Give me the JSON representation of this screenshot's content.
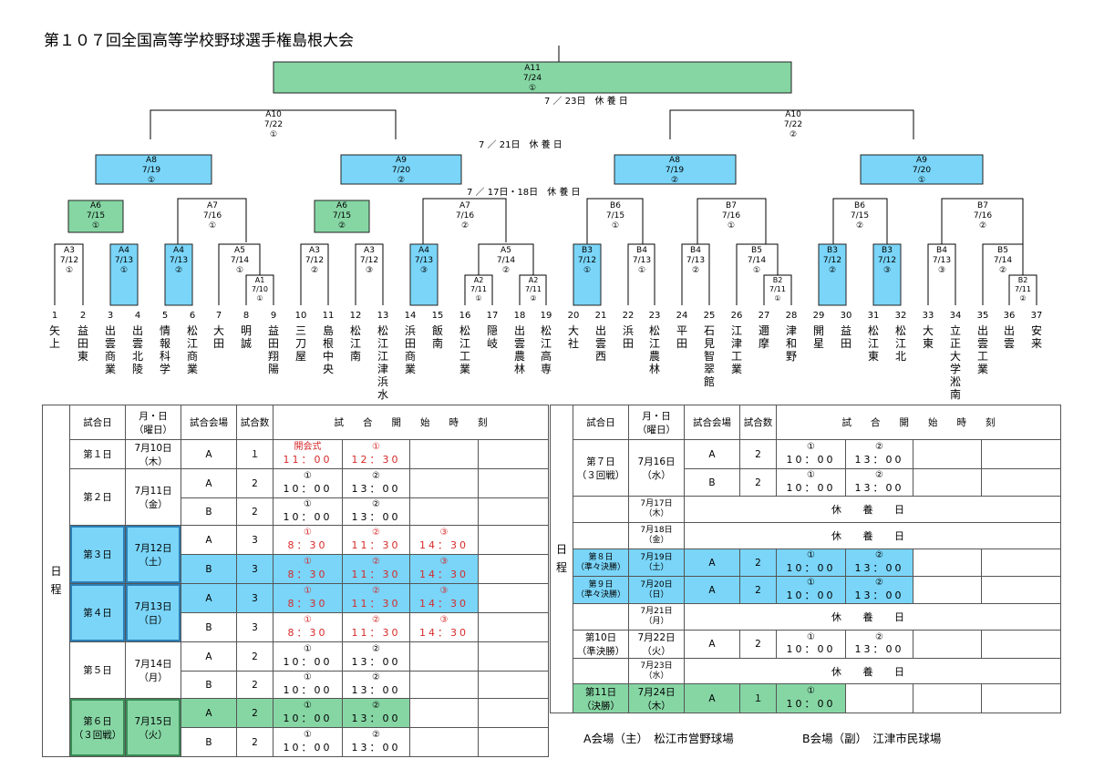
{
  "title": "第１０７回全国高等学校野球選手権島根大会",
  "rest_days": [
    "7 ／ 23日　休 養 日",
    "7 ／ 21日　休 養 日",
    "7 ／ 17日・18日　休 養 日"
  ],
  "teams": [
    "矢上",
    "益田東",
    "出雲商業",
    "出雲北陵",
    "情報科学",
    "松江商業",
    "大田",
    "明誠",
    "益田翔陽",
    "三刀屋",
    "島根中央",
    "松江南",
    "松江江津浜水",
    "浜田商業",
    "飯南",
    "松江工業",
    "隠岐",
    "出雲農林",
    "松江高専",
    "大社",
    "出雲西",
    "浜田",
    "松江農林",
    "平田",
    "石見智翠館",
    "江津工業",
    "邇摩",
    "津和野",
    "開星",
    "益田",
    "松江東",
    "松江北",
    "大東",
    "立正大学淞南",
    "出雲工業",
    "出雲",
    "安来"
  ],
  "games": [
    {
      "label": "A11",
      "date": "7/24",
      "num": "①"
    },
    {
      "label": "A10",
      "date": "7/22",
      "num": "①"
    },
    {
      "label": "A10",
      "date": "7/22",
      "num": "②"
    },
    {
      "label": "A8",
      "date": "7/19",
      "num": "①"
    },
    {
      "label": "A9",
      "date": "7/20",
      "num": "②"
    },
    {
      "label": "A8",
      "date": "7/19",
      "num": "②"
    },
    {
      "label": "A9",
      "date": "7/20",
      "num": "①"
    },
    {
      "label": "A6",
      "date": "7/15",
      "num": "①"
    },
    {
      "label": "A7",
      "date": "7/16",
      "num": "①"
    },
    {
      "label": "A6",
      "date": "7/15",
      "num": "②"
    },
    {
      "label": "A7",
      "date": "7/16",
      "num": "②"
    },
    {
      "label": "B6",
      "date": "7/15",
      "num": "①"
    },
    {
      "label": "B7",
      "date": "7/16",
      "num": "①"
    },
    {
      "label": "B6",
      "date": "7/15",
      "num": "②"
    },
    {
      "label": "B7",
      "date": "7/16",
      "num": "②"
    },
    {
      "label": "A3",
      "date": "7/12",
      "num": "①"
    },
    {
      "label": "A4",
      "date": "7/13",
      "num": "①"
    },
    {
      "label": "A4",
      "date": "7/13",
      "num": "②"
    },
    {
      "label": "A5",
      "date": "7/14",
      "num": "①"
    },
    {
      "label": "A1",
      "date": "7/10",
      "num": "①"
    },
    {
      "label": "A3",
      "date": "7/12",
      "num": "②"
    },
    {
      "label": "A3",
      "date": "7/12",
      "num": "③"
    },
    {
      "label": "A4",
      "date": "7/13",
      "num": "③"
    },
    {
      "label": "A5",
      "date": "7/14",
      "num": "②"
    },
    {
      "label": "A2",
      "date": "7/11",
      "num": "①"
    },
    {
      "label": "A2",
      "date": "7/11",
      "num": "②"
    },
    {
      "label": "B3",
      "date": "7/12",
      "num": "①"
    },
    {
      "label": "B4",
      "date": "7/13",
      "num": "①"
    },
    {
      "label": "B4",
      "date": "7/13",
      "num": "②"
    },
    {
      "label": "B5",
      "date": "7/14",
      "num": "①"
    },
    {
      "label": "B2",
      "date": "7/11",
      "num": "①"
    },
    {
      "label": "B3",
      "date": "7/12",
      "num": "②"
    },
    {
      "label": "B3",
      "date": "7/12",
      "num": "③"
    },
    {
      "label": "B4",
      "date": "7/13",
      "num": "③"
    },
    {
      "label": "B5",
      "date": "7/14",
      "num": "②"
    },
    {
      "label": "B2",
      "date": "7/11",
      "num": "②"
    }
  ],
  "schedule": {
    "side_label": "日程",
    "headers": {
      "day": "試合日",
      "date": "月・日\n（曜日）",
      "venue": "試合会場",
      "count": "試合数",
      "times": "試　　合　　開　　始　　時　　刻"
    },
    "opening": "開会式",
    "left": [
      {
        "day": "第１日",
        "date": "7月10日\n（木）",
        "venue": "A",
        "count": "１",
        "t1": "11：00",
        "t2": "12：30",
        "n2": "①"
      },
      {
        "day": "第２日",
        "date": "7月11日\n（金）",
        "venue": "A",
        "count": "2",
        "t1": "10：00",
        "t2": "13：00"
      },
      {
        "venue": "B",
        "count": "2",
        "t1": "10：00",
        "t2": "13：00"
      },
      {
        "day": "第３日",
        "date": "7月12日\n（土）",
        "venue": "A",
        "count": "3",
        "t1": "8：30",
        "t2": "11：30",
        "t3": "14：30"
      },
      {
        "venue": "B",
        "count": "3",
        "t1": "8：30",
        "t2": "11：30",
        "t3": "14：30"
      },
      {
        "day": "第４日",
        "date": "7月13日\n（日）",
        "venue": "A",
        "count": "3",
        "t1": "8：30",
        "t2": "11：30",
        "t3": "14：30"
      },
      {
        "venue": "B",
        "count": "3",
        "t1": "8：30",
        "t2": "11：30",
        "t3": "14：30"
      },
      {
        "day": "第５日",
        "date": "7月14日\n（月）",
        "venue": "A",
        "count": "2",
        "t1": "10：00",
        "t2": "13：00"
      },
      {
        "venue": "B",
        "count": "2",
        "t1": "10：00",
        "t2": "13：00"
      },
      {
        "day": "第６日\n（３回戦）",
        "date": "7月15日\n（火）",
        "venue": "A",
        "count": "2",
        "t1": "10：00",
        "t2": "13：00"
      },
      {
        "venue": "B",
        "count": "2",
        "t1": "10：00",
        "t2": "13：00"
      }
    ],
    "right": [
      {
        "day": "第７日\n（３回戦）",
        "date": "7月16日\n（水）",
        "venue": "A",
        "count": "2",
        "t1": "10：00",
        "t2": "13：00"
      },
      {
        "venue": "B",
        "count": "2",
        "t1": "10：00",
        "t2": "13：00"
      },
      {
        "date": "7月17日\n（木）",
        "rest": "休 養 日"
      },
      {
        "date": "7月18日\n（金）",
        "rest": "休 養 日"
      },
      {
        "day": "第８日\n（準々決勝）",
        "date": "7月19日\n（土）",
        "venue": "A",
        "count": "2",
        "t1": "10：00",
        "t2": "13：00"
      },
      {
        "day": "第９日\n（準々決勝）",
        "date": "7月20日\n（日）",
        "venue": "A",
        "count": "2",
        "t1": "10：00",
        "t2": "13：00"
      },
      {
        "date": "7月21日\n（月）",
        "rest": "休 養 日"
      },
      {
        "day": "第10日\n（準決勝）",
        "date": "7月22日\n（火）",
        "venue": "A",
        "count": "2",
        "t1": "10：00",
        "t2": "13：00"
      },
      {
        "date": "7月23日\n（水）",
        "rest": "休 養 日"
      },
      {
        "day": "第11日\n（決勝）",
        "date": "7月24日\n（木）",
        "venue": "A",
        "count": "１",
        "t1": "10：00"
      }
    ]
  },
  "legend": {
    "a": "A会場（主）　松江市営野球場",
    "b": "B会場（副）　江津市民球場"
  },
  "colors": {
    "green": "#86d6a4",
    "blue": "#7ad5f8",
    "red": "#d62a2a"
  }
}
